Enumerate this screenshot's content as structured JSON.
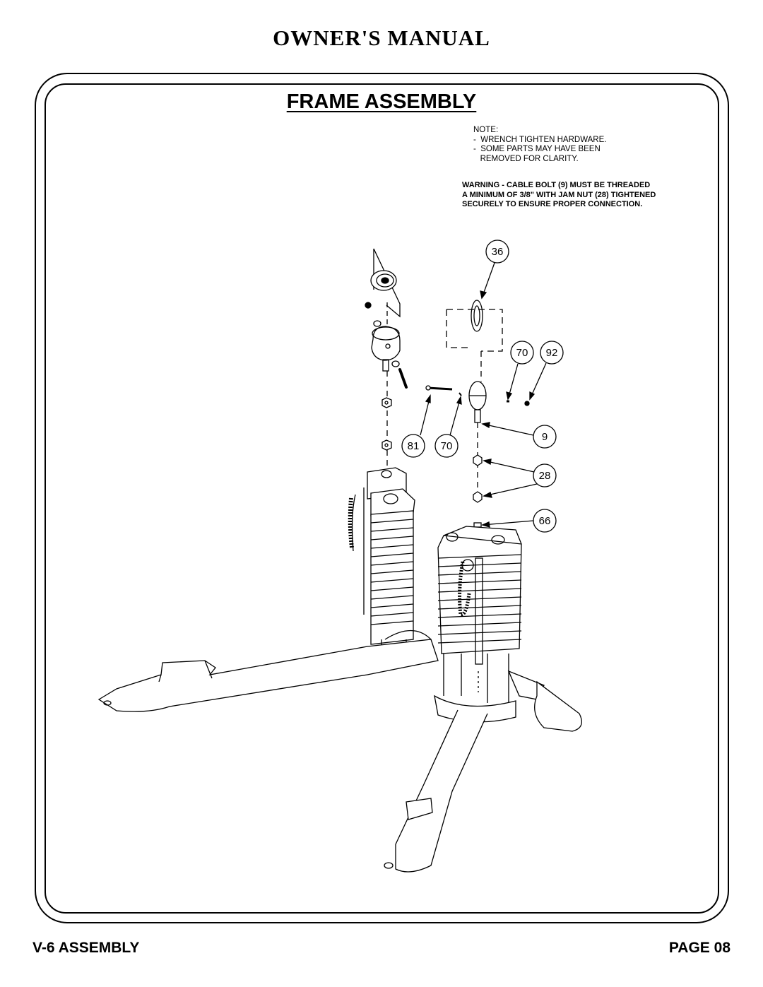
{
  "header": {
    "title": "OWNER'S MANUAL"
  },
  "section": {
    "title": "FRAME ASSEMBLY"
  },
  "note": {
    "lines": [
      "NOTE:",
      "-  WRENCH TIGHTEN HARDWARE.",
      "-  SOME PARTS MAY HAVE BEEN",
      "   REMOVED FOR CLARITY."
    ]
  },
  "warning": {
    "lines": [
      "WARNING - CABLE BOLT (9) MUST BE THREADED",
      "A MINIMUM OF 3/8\" WITH JAM NUT (28) TIGHTENED",
      "SECURELY TO ENSURE PROPER CONNECTION."
    ]
  },
  "callouts": {
    "c36": "36",
    "c70a": "70",
    "c92": "92",
    "c81": "81",
    "c70b": "70",
    "c9": "9",
    "c28": "28",
    "c66": "66"
  },
  "footer": {
    "left": "V-6 ASSEMBLY",
    "right": "PAGE 08"
  }
}
